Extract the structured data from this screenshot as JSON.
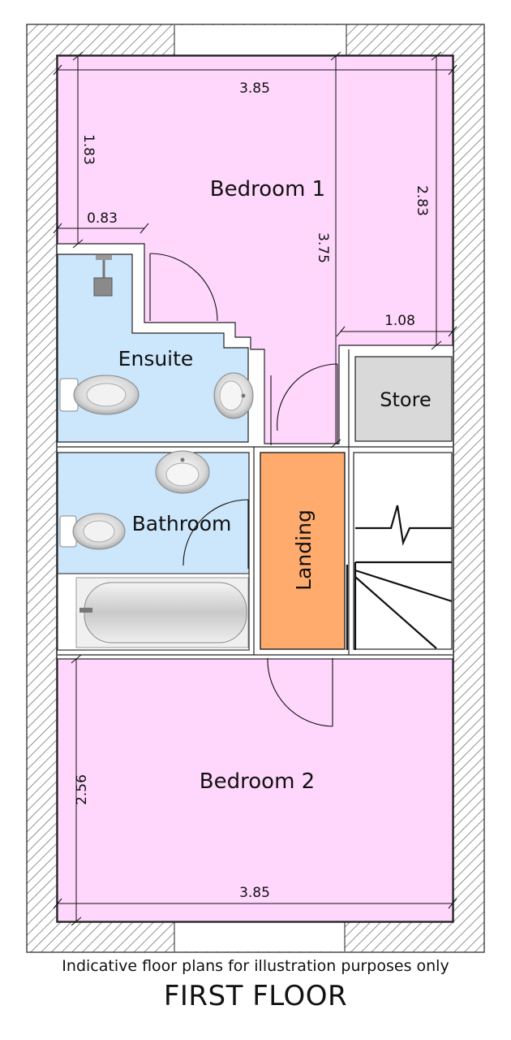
{
  "title": "FIRST FLOOR",
  "disclaimer": "Indicative floor plans for illustration purposes only",
  "rooms": {
    "bedroom1": "Bedroom 1",
    "bedroom2": "Bedroom 2",
    "ensuite": "Ensuite",
    "bathroom": "Bathroom",
    "landing": "Landing",
    "store": "Store"
  },
  "dimensions": {
    "bedroom1_width": "3.85",
    "bedroom1_left_depth": "1.83",
    "ensuite_width": "0.83",
    "bedroom1_depth": "3.75",
    "bedroom1_right_depth": "2.83",
    "store_width": "1.08",
    "bedroom2_depth": "2.56",
    "bedroom2_width": "3.85"
  },
  "colors": {
    "bedroom": "#ffd6fc",
    "wet_room": "#cce6fc",
    "landing": "#ffab6e",
    "store": "#d9d9d9",
    "wall": "#888888"
  }
}
